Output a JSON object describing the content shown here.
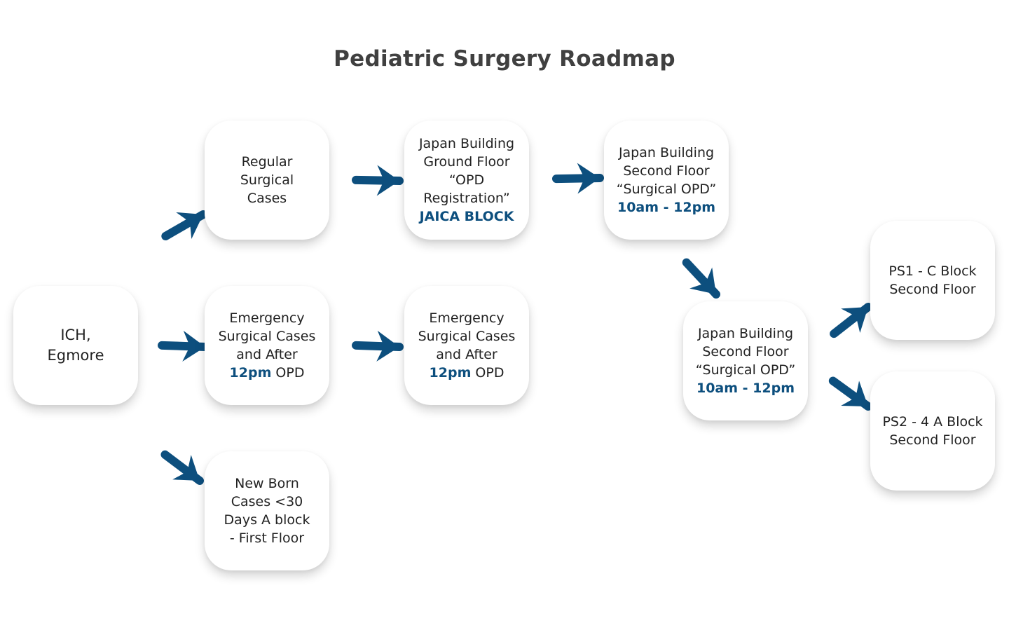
{
  "title": "Pediatric Surgery Roadmap",
  "colors": {
    "arrow": "#0d4f7e",
    "highlight": "#0d4f7e",
    "text": "#222222",
    "title": "#404040"
  },
  "nodes": {
    "ich": {
      "lines": [
        "ICH,",
        "Egmore"
      ]
    },
    "regular": {
      "lines": [
        "Regular",
        "Surgical",
        "Cases"
      ]
    },
    "emergency1": {
      "lines": [
        "Emergency",
        "Surgical Cases",
        "and After"
      ],
      "hl": "12pm",
      "tail": " OPD"
    },
    "newborn": {
      "lines": [
        "New Born",
        "Cases <30",
        "Days A block",
        "- First Floor"
      ]
    },
    "japan_ground": {
      "lines": [
        "Japan Building",
        "Ground Floor",
        "“OPD",
        "Registration”"
      ],
      "hl": "JAICA BLOCK"
    },
    "emergency2": {
      "lines": [
        "Emergency",
        "Surgical Cases",
        "and After"
      ],
      "hl": "12pm",
      "tail": " OPD"
    },
    "japan_second1": {
      "lines": [
        "Japan Building",
        "Second Floor",
        "“Surgical OPD”"
      ],
      "hl": "10am - 12pm"
    },
    "japan_second2": {
      "lines": [
        "Japan Building",
        "Second Floor",
        "“Surgical OPD”"
      ],
      "hl": "10am - 12pm"
    },
    "ps1": {
      "lines": [
        "PS1 - C Block",
        "Second Floor"
      ]
    },
    "ps2": {
      "lines": [
        "PS2 - 4 A Block",
        "Second Floor"
      ]
    }
  },
  "edges": [
    {
      "from": "ich",
      "to": "regular"
    },
    {
      "from": "ich",
      "to": "emergency1"
    },
    {
      "from": "ich",
      "to": "newborn"
    },
    {
      "from": "regular",
      "to": "japan_ground"
    },
    {
      "from": "japan_ground",
      "to": "japan_second1"
    },
    {
      "from": "japan_second1",
      "to": "japan_second2"
    },
    {
      "from": "emergency1",
      "to": "emergency2"
    },
    {
      "from": "japan_second2",
      "to": "ps1"
    },
    {
      "from": "japan_second2",
      "to": "ps2"
    }
  ]
}
